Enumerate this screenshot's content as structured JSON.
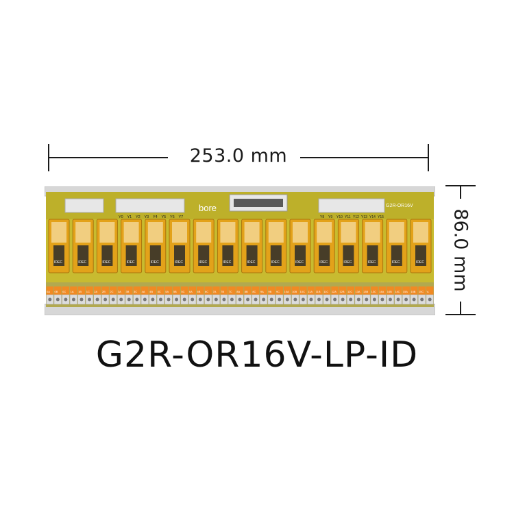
{
  "dimensions": {
    "width_label": "253.0 mm",
    "height_label": "86.0 mm"
  },
  "product": {
    "model": "G2R-OR16V-LP-ID"
  },
  "board": {
    "logo": "bore",
    "board_label": "G2R-OR16V",
    "relay_brand": "IDEC",
    "relay_count": 16,
    "outputs_left": [
      "Y0",
      "Y1",
      "Y2",
      "Y3",
      "Y4",
      "Y5",
      "Y6",
      "Y7"
    ],
    "outputs_right": [
      "Y8",
      "Y9",
      "Y10",
      "Y11",
      "Y12",
      "Y13",
      "Y14",
      "Y15"
    ],
    "terminals": [
      "0A",
      "0B",
      "0C",
      "1A",
      "1B",
      "1C",
      "2A",
      "2B",
      "2C",
      "3A",
      "3B",
      "3C",
      "4A",
      "4B",
      "4C",
      "5A",
      "5B",
      "5C",
      "6A",
      "6B",
      "6C",
      "7A",
      "7B",
      "7C",
      "8A",
      "8B",
      "8C",
      "9A",
      "9B",
      "9C",
      "10A",
      "10B",
      "10C",
      "11A",
      "11B",
      "11C",
      "12A",
      "12B",
      "12C",
      "13A",
      "13B",
      "13C",
      "14A",
      "14B",
      "14C",
      "15A",
      "15B",
      "15C",
      "V-"
    ],
    "colors": {
      "pcb": "#c8bb30",
      "relay": "#e3a21a",
      "terminal_orange": "#f08a24",
      "rail": "#d8d8d8"
    }
  }
}
